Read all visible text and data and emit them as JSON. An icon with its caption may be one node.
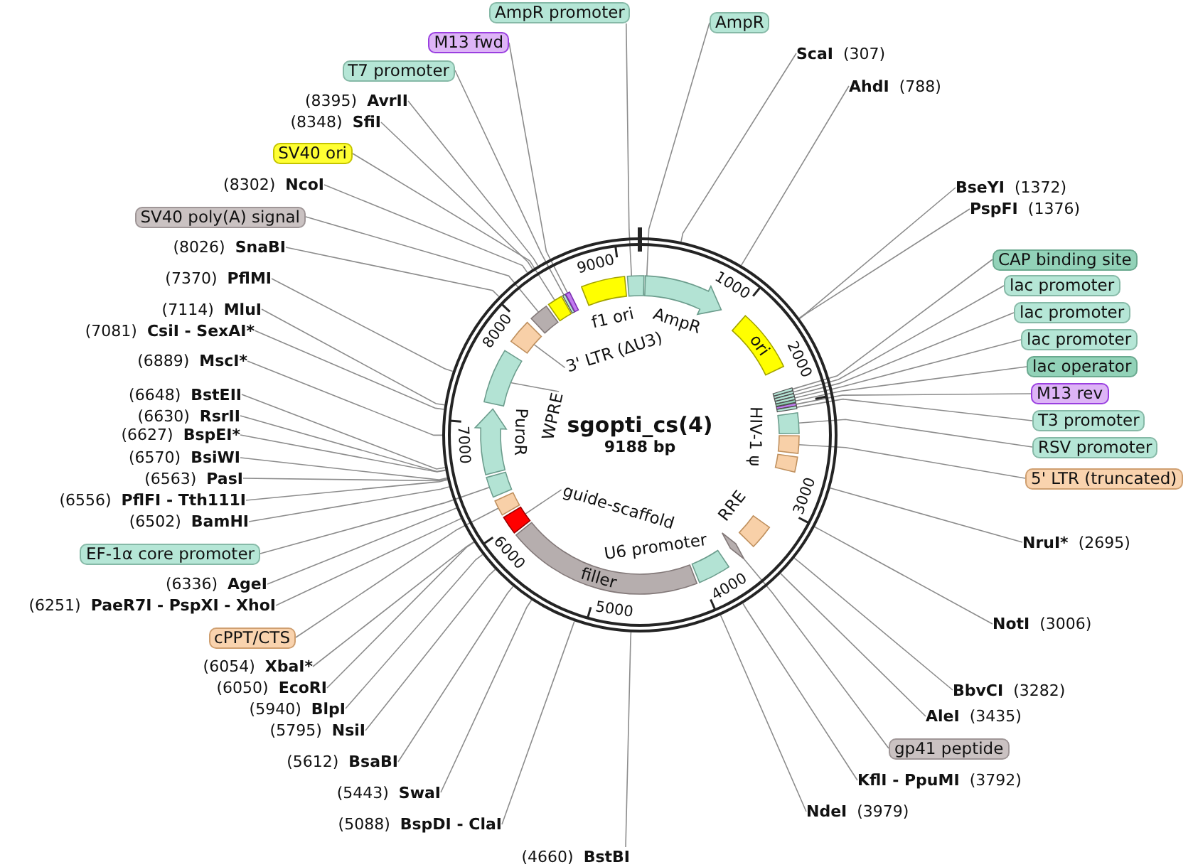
{
  "diagram": {
    "nodes": [
      {
        "text": [
          "sgopti_cs(4)",
          "9188 bp"
        ]
      },
      {
        "text": [],
        "shape": "arrow",
        "in": 0,
        "beside": [
          "AmpR"
        ]
      },
      {
        "text": [
          "ori"
        ],
        "in": 0
      },
      {
        "text": [],
        "shape": "bar",
        "in": 0
      },
      {
        "text": [],
        "shape": "bar",
        "in": 0
      },
      {
        "text": [],
        "shape": "bar",
        "in": 0
      },
      {
        "text": [],
        "shape": "bar",
        "in": 0
      },
      {
        "text": [],
        "shape": "bar",
        "in": 0
      },
      {
        "text": [],
        "shape": "bar",
        "in": 0
      },
      {
        "text": [],
        "shape": "bar",
        "in": 0
      },
      {
        "text": [],
        "shape": "bar",
        "in": 0
      },
      {
        "text": [],
        "shape": "bar",
        "in": 0
      },
      {
        "text": [],
        "shape": "bar",
        "in": 0,
        "beside": [
          "HIV-1 ψ"
        ]
      },
      {
        "text": [],
        "shape": "bar",
        "in": 0,
        "beside": [
          "RRE"
        ]
      },
      {
        "text": [],
        "shape": "diamond",
        "in": 0
      },
      {
        "text": [],
        "shape": "bar",
        "in": 0,
        "beside": [
          "U6 promoter"
        ]
      },
      {
        "text": [
          "filler"
        ],
        "in": 0
      },
      {
        "text": [],
        "shape": "bar",
        "in": 0
      },
      {
        "text": [],
        "shape": "bar",
        "in": 0
      },
      {
        "text": [],
        "shape": "bar",
        "in": 0
      },
      {
        "text": [],
        "shape": "arrow",
        "in": 0,
        "beside": [
          "PuroR"
        ]
      },
      {
        "text": [],
        "shape": "bar",
        "in": 0
      },
      {
        "text": [],
        "shape": "bar",
        "in": 0
      },
      {
        "text": [],
        "shape": "bar",
        "in": 0
      },
      {
        "text": [],
        "shape": "bar",
        "in": 0
      },
      {
        "text": [],
        "shape": "bar",
        "in": 0
      },
      {
        "text": [],
        "shape": "bar",
        "in": 0
      },
      {
        "text": [],
        "shape": "bar",
        "in": 0,
        "beside": [
          "f1 ori"
        ]
      },
      {
        "text": [],
        "shape": "bar",
        "in": 0
      },
      {
        "text": [
          "3' LTR (ΔU3)"
        ],
        "in": 0
      },
      {
        "text": [
          "WPRE"
        ],
        "in": 0
      },
      {
        "text": [
          "guide-scaffold"
        ],
        "in": 0
      },
      {
        "text": [
          "AmpR promoter"
        ]
      },
      {
        "text": [
          "M13 fwd"
        ]
      },
      {
        "text": [
          "T7 promoter"
        ]
      },
      {
        "text": [
          "(8395)",
          "AvrII"
        ]
      },
      {
        "text": [
          "(8348)",
          "SfiI"
        ]
      },
      {
        "text": [
          "SV40 ori"
        ]
      },
      {
        "text": [
          "(8302)",
          "NcoI"
        ]
      },
      {
        "text": [
          "SV40 poly(A) signal"
        ]
      },
      {
        "text": [
          "(8026)",
          "SnaBI"
        ]
      },
      {
        "text": [
          "(7370)",
          "PflMI"
        ]
      },
      {
        "text": [
          "(7114)",
          "MluI"
        ]
      },
      {
        "text": [
          "(7081)",
          "CsiI - SexAI*"
        ]
      },
      {
        "text": [
          "(6889)",
          "MscI*"
        ]
      },
      {
        "text": [
          "(6648)",
          "BstEII"
        ]
      },
      {
        "text": [
          "(6630)",
          "RsrII"
        ]
      },
      {
        "text": [
          "(6627)",
          "BspEI*"
        ]
      },
      {
        "text": [
          "(6570)",
          "BsiWI"
        ]
      },
      {
        "text": [
          "(6563)",
          "PasI"
        ]
      },
      {
        "text": [
          "(6556)",
          "PflFI - Tth111I"
        ]
      },
      {
        "text": [
          "(6502)",
          "BamHI"
        ]
      },
      {
        "text": [
          "EF-1α core promoter"
        ]
      },
      {
        "text": [
          "(6336)",
          "AgeI"
        ]
      },
      {
        "text": [
          "(6251)",
          "PaeR7I - PspXI - XhoI"
        ]
      },
      {
        "text": [
          "cPPT/CTS"
        ]
      },
      {
        "text": [
          "(6054)",
          "XbaI*"
        ]
      },
      {
        "text": [
          "(6050)",
          "EcoRI"
        ]
      },
      {
        "text": [
          "(5940)",
          "BlpI"
        ]
      },
      {
        "text": [
          "(5795)",
          "NsiI"
        ]
      },
      {
        "text": [
          "(5612)",
          "BsaBI"
        ]
      },
      {
        "text": [
          "(5443)",
          "SwaI"
        ]
      },
      {
        "text": [
          "(5088)",
          "BspDI - ClaI"
        ]
      },
      {
        "text": [
          "(4660)",
          "BstBI"
        ]
      },
      {
        "text": [
          "AmpR"
        ]
      },
      {
        "text": [
          "ScaI",
          "(307)"
        ]
      },
      {
        "text": [
          "AhdI",
          "(788)"
        ]
      },
      {
        "text": [
          "BseYI",
          "(1372)"
        ]
      },
      {
        "text": [
          "PspFI",
          "(1376)"
        ]
      },
      {
        "text": [
          "CAP binding site"
        ]
      },
      {
        "text": [
          "lac promoter"
        ]
      },
      {
        "text": [
          "lac promoter"
        ]
      },
      {
        "text": [
          "lac promoter"
        ]
      },
      {
        "text": [
          "lac operator"
        ]
      },
      {
        "text": [
          "M13 rev"
        ]
      },
      {
        "text": [
          "T3 promoter"
        ]
      },
      {
        "text": [
          "RSV promoter"
        ]
      },
      {
        "text": [
          "5' LTR (truncated)"
        ]
      },
      {
        "text": [
          "NruI*",
          "(2695)"
        ]
      },
      {
        "text": [
          "NotI",
          "(3006)"
        ]
      },
      {
        "text": [
          "BbvCI",
          "(3282)"
        ]
      },
      {
        "text": [
          "AleI",
          "(3435)"
        ]
      },
      {
        "text": [
          "gp41 peptide"
        ]
      },
      {
        "text": [
          "KflI - PpuMI",
          "(3792)"
        ]
      },
      {
        "text": [
          "NdeI",
          "(3979)"
        ]
      }
    ],
    "edges": [
      {
        "from": 29,
        "to": 22,
        "arrow": "none"
      },
      {
        "from": 30,
        "to": 21,
        "arrow": "none"
      },
      {
        "from": 31,
        "to": 17,
        "arrow": "none"
      },
      {
        "from": 32,
        "to": 28,
        "arrow": "none"
      },
      {
        "from": 33,
        "to": 26,
        "arrow": "none"
      },
      {
        "from": 34,
        "to": 25,
        "arrow": "none"
      },
      {
        "from": 35,
        "to": 0,
        "arrow": "none"
      },
      {
        "from": 36,
        "to": 0,
        "arrow": "none"
      },
      {
        "from": 37,
        "to": 24,
        "arrow": "none"
      },
      {
        "from": 38,
        "to": 0,
        "arrow": "none"
      },
      {
        "from": 39,
        "to": 23,
        "arrow": "none"
      },
      {
        "from": 40,
        "to": 0,
        "arrow": "none"
      },
      {
        "from": 41,
        "to": 0,
        "arrow": "none"
      },
      {
        "from": 42,
        "to": 0,
        "arrow": "none"
      },
      {
        "from": 43,
        "to": 0,
        "arrow": "none"
      },
      {
        "from": 44,
        "to": 0,
        "arrow": "none"
      },
      {
        "from": 45,
        "to": 0,
        "arrow": "none"
      },
      {
        "from": 46,
        "to": 0,
        "arrow": "none"
      },
      {
        "from": 47,
        "to": 0,
        "arrow": "none"
      },
      {
        "from": 48,
        "to": 0,
        "arrow": "none"
      },
      {
        "from": 49,
        "to": 0,
        "arrow": "none"
      },
      {
        "from": 50,
        "to": 0,
        "arrow": "none"
      },
      {
        "from": 51,
        "to": 0,
        "arrow": "none"
      },
      {
        "from": 52,
        "to": 19,
        "arrow": "none"
      },
      {
        "from": 53,
        "to": 0,
        "arrow": "none"
      },
      {
        "from": 54,
        "to": 0,
        "arrow": "none"
      },
      {
        "from": 55,
        "to": 18,
        "arrow": "none"
      },
      {
        "from": 56,
        "to": 0,
        "arrow": "none"
      },
      {
        "from": 57,
        "to": 0,
        "arrow": "none"
      },
      {
        "from": 58,
        "to": 0,
        "arrow": "none"
      },
      {
        "from": 59,
        "to": 0,
        "arrow": "none"
      },
      {
        "from": 60,
        "to": 0,
        "arrow": "none"
      },
      {
        "from": 61,
        "to": 0,
        "arrow": "none"
      },
      {
        "from": 62,
        "to": 0,
        "arrow": "none"
      },
      {
        "from": 63,
        "to": 0,
        "arrow": "none"
      },
      {
        "from": 64,
        "to": 1,
        "arrow": "none"
      },
      {
        "from": 65,
        "to": 0,
        "arrow": "none"
      },
      {
        "from": 66,
        "to": 0,
        "arrow": "none"
      },
      {
        "from": 67,
        "to": 0,
        "arrow": "none"
      },
      {
        "from": 68,
        "to": 0,
        "arrow": "none"
      },
      {
        "from": 69,
        "to": 3,
        "arrow": "none"
      },
      {
        "from": 70,
        "to": 4,
        "arrow": "none"
      },
      {
        "from": 71,
        "to": 5,
        "arrow": "none"
      },
      {
        "from": 72,
        "to": 6,
        "arrow": "none"
      },
      {
        "from": 73,
        "to": 7,
        "arrow": "none"
      },
      {
        "from": 74,
        "to": 8,
        "arrow": "none"
      },
      {
        "from": 75,
        "to": 9,
        "arrow": "none"
      },
      {
        "from": 76,
        "to": 10,
        "arrow": "none"
      },
      {
        "from": 77,
        "to": 11,
        "arrow": "none"
      },
      {
        "from": 78,
        "to": 0,
        "arrow": "none"
      },
      {
        "from": 79,
        "to": 0,
        "arrow": "none"
      },
      {
        "from": 80,
        "to": 0,
        "arrow": "none"
      },
      {
        "from": 81,
        "to": 0,
        "arrow": "none"
      },
      {
        "from": 82,
        "to": 14,
        "arrow": "none"
      },
      {
        "from": 83,
        "to": 0,
        "arrow": "none"
      },
      {
        "from": 84,
        "to": 0,
        "arrow": "none"
      }
    ],
    "labels": [
      "1000",
      "2000",
      "3000",
      "4000",
      "5000",
      "6000",
      "7000",
      "8000",
      "9000"
    ]
  }
}
